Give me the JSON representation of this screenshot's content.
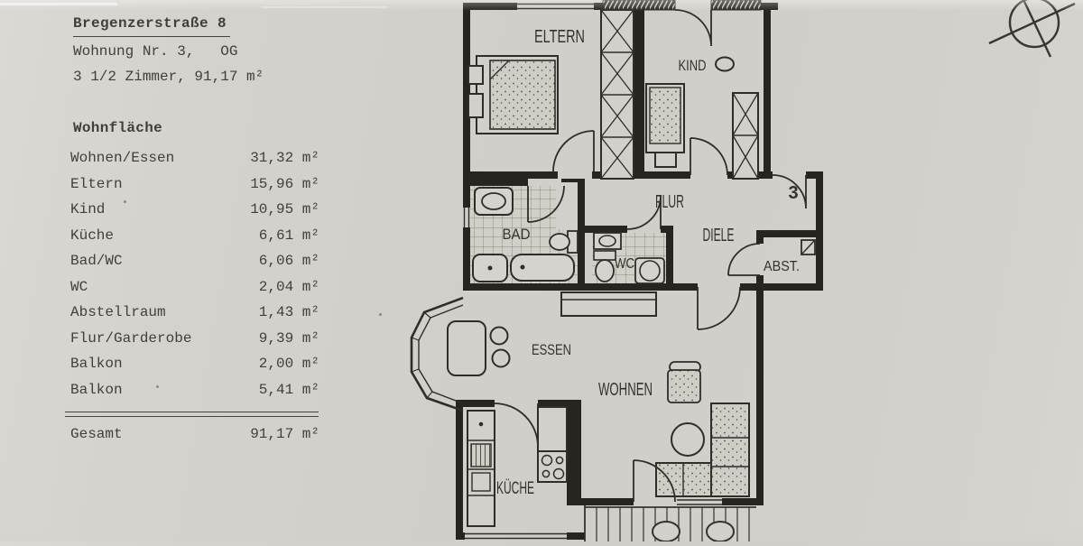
{
  "document": {
    "address": "Bregenzerstraße 8",
    "unit_line": "Wohnung Nr. 3,   OG",
    "rooms_line": "3 1/2 Zimmer, 91,17 m²",
    "section_heading": "Wohnfläche",
    "area_rows": [
      {
        "label": "Wohnen/Essen",
        "value": "31,32 m²"
      },
      {
        "label": "Eltern",
        "value": "15,96 m²"
      },
      {
        "label": "Kind",
        "value": "10,95 m²"
      },
      {
        "label": "Küche",
        "value": "6,61 m²"
      },
      {
        "label": "Bad/WC",
        "value": "6,06 m²"
      },
      {
        "label": "WC",
        "value": "2,04 m²"
      },
      {
        "label": "Abstellraum",
        "value": "1,43 m²"
      },
      {
        "label": "Flur/Garderobe",
        "value": "9,39 m²"
      },
      {
        "label": "Balkon",
        "value": "2,00 m²"
      },
      {
        "label": "Balkon",
        "value": "5,41 m²"
      }
    ],
    "total": {
      "label": "Gesamt",
      "value": "91,17 m²"
    }
  },
  "floorplan": {
    "unit_number": "3",
    "labels": {
      "eltern": "ELTERN",
      "kind": "KIND",
      "flur": "FLUR",
      "diele": "DIELE",
      "abstell": "ABST.",
      "bad": "BAD",
      "wc": "WC",
      "essen": "ESSEN",
      "wohnen": "WOHNEN",
      "kueche": "KÜCHE"
    }
  },
  "colors": {
    "paper": "#d3d0cb",
    "ink": "#2e2d28",
    "wall": "#26251f"
  }
}
